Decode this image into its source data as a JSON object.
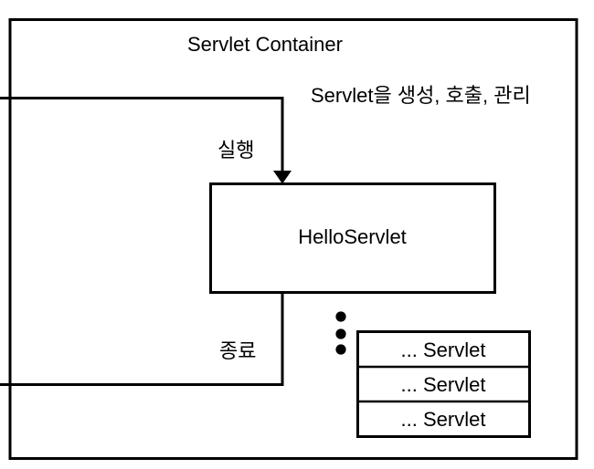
{
  "diagram": {
    "title": "Servlet Container",
    "annotation": "Servlet을 생성, 호출, 관리",
    "inbound_arrow_label": "실행",
    "outbound_arrow_label": "종료",
    "servlet_box": {
      "label": "HelloServlet"
    },
    "servlet_stack": {
      "ellipsis_dots": 3,
      "rows": [
        {
          "label": "... Servlet"
        },
        {
          "label": "... Servlet"
        },
        {
          "label": "... Servlet"
        }
      ]
    },
    "colors": {
      "background": "#ffffff",
      "stroke": "#000000",
      "text": "#000000"
    }
  }
}
